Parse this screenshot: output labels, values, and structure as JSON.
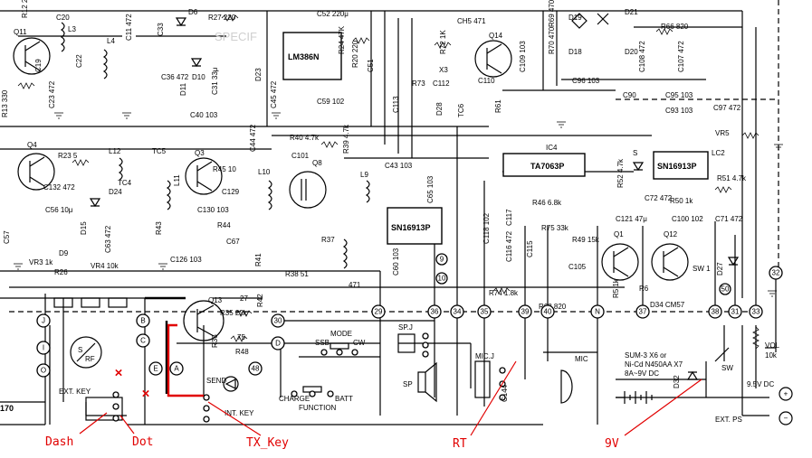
{
  "ics": {
    "ic1": "LM386N",
    "ic3": "SN16913P",
    "ic4": "TA7063P",
    "ic4_label": "IC4",
    "ic_right": "SN16913P"
  },
  "transistors": {
    "q11": "Q11",
    "q4": "Q4",
    "q3": "Q3",
    "q8": "Q8",
    "q14": "Q14",
    "q13": "Q13",
    "q1": "Q1",
    "q12": "Q12"
  },
  "components": {
    "r12": "R12 20",
    "r13": "R13 330",
    "c20": "C20",
    "c19": "C19",
    "c23": "C23 472",
    "c11": "C11 472",
    "l3": "L3",
    "l4": "L4",
    "c22": "C22",
    "c33": "C33",
    "c36": "C36 472",
    "d6": "D6",
    "d10": "D10",
    "d11": "D11",
    "r27": "R27 220",
    "c31": "C31 33μ",
    "c40": "C40 103",
    "c52": "C52 220μ",
    "r20": "R20 220",
    "r24": "R24 47K",
    "c45": "C45 472",
    "c59": "C59 102",
    "c51": "C51",
    "d23": "D23",
    "ch5": "CH5 471",
    "r72": "R72 1K",
    "r73": "R73",
    "c112": "C112",
    "x3": "X3",
    "c113": "C113",
    "d28": "D28",
    "tc6": "TC6",
    "r61": "R61",
    "c109": "C109 103",
    "c110": "C110",
    "r69": "R69 470",
    "r70": "R70 470",
    "d19": "D19",
    "d21": "D21",
    "d18": "D18",
    "d20": "D20",
    "r66": "R66 820",
    "c108": "C108 472",
    "c107": "C107 472",
    "c96": "C96 103",
    "c90": "C90",
    "c95": "C95 103",
    "c93": "C93 103",
    "c97": "C97 472",
    "vr5": "VR5",
    "lc2": "LC2",
    "s_label": "S",
    "r52": "R52 4.7k",
    "r51": "R51 4.7k",
    "r23": "R23 5",
    "l12": "L12",
    "tc5": "TC5",
    "tc4": "TC4",
    "c132": "C132 472",
    "c56": "C56 10μ",
    "d24": "D24",
    "d15": "D15",
    "c63": "C63 472",
    "c57": "C57",
    "d9": "D9",
    "vr3": "VR3 1k",
    "vr4": "VR4 10k",
    "r26": "R26",
    "l11": "L11",
    "r45": "R45 10",
    "c129": "C129",
    "c130": "C130 103",
    "c126": "C126 103",
    "r43": "R43",
    "r44": "R44",
    "c67": "C67",
    "r41": "R41",
    "l10": "L10",
    "r40": "R40 4.7k",
    "c44": "C44 472",
    "c101": "C101",
    "r39": "R39 4.7k",
    "c43": "C43 103",
    "l9": "L9",
    "c65": "C65 103",
    "r37": "R37",
    "c60": "C60 103",
    "r38": "R38 51",
    "l471": "471",
    "c121": "C121 47μ",
    "c100": "C100 102",
    "c71": "C71 472",
    "c72": "C72 472",
    "r50": "R50 1k",
    "r46": "R46 6.8k",
    "r75": "R75 33k",
    "r74": "R74 1.8k",
    "c118": "C118 102",
    "c117": "C117",
    "c116": "C116 472",
    "c115": "C115",
    "r68": "R68 820",
    "r49": "R49 15k",
    "c105": "C105",
    "r5": "R5 1k",
    "r6": "R6",
    "d34": "D34 CM57",
    "d27": "D27",
    "sw1": "SW 1",
    "r35": "R35 22k",
    "r36": "R36",
    "r48": "R48",
    "l75": "75",
    "r42": "R42",
    "l27": "27"
  },
  "nodes": [
    "29",
    "36",
    "34",
    "35",
    "39",
    "40",
    "N",
    "37",
    "38",
    "31",
    "33",
    "32",
    "50",
    "30",
    "D",
    "48",
    "J",
    "I",
    "O",
    "B",
    "C",
    "E",
    "A",
    "9",
    "10"
  ],
  "labels": {
    "mode": "MODE",
    "ssb": "SSB",
    "cw": "CW",
    "send": "SEND",
    "int_key": "INT. KEY",
    "charge": "CHARGE",
    "batt": "BATT",
    "function": "FUNCTION",
    "ext_key": "EXT. KEY",
    "s_rf": "S",
    "rf": "RF",
    "sp_j": "SP.J",
    "sp": "SP",
    "mic_j": "MIC.J",
    "c144": "C144",
    "mic": "MIC",
    "battery_line1": "SUM-3 X6 or",
    "battery_line2": "Ni-Cd N450AA X7",
    "battery_line3": "8A~9V DC",
    "sw": "SW",
    "d32": "D32",
    "vol": "VOL",
    "vol_val": "10k",
    "dc_in": "9.5V DC",
    "ext_ps": "EXT. PS",
    "left_number": "170",
    "plus": "+",
    "minus": "−",
    "wm_specif": "SPECIF"
  },
  "annotations": {
    "dash": "Dash",
    "dot": "Dot",
    "tx_key": "TX_Key",
    "rt": "RT",
    "v9": "9V",
    "cross": "×"
  },
  "colors": {
    "annotation": "#e10000",
    "ink": "#000000",
    "background": "#ffffff"
  }
}
